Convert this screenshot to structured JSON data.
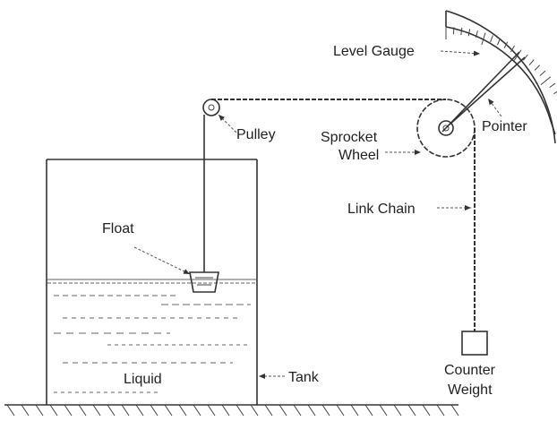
{
  "labels": {
    "level_gauge": "Level Gauge",
    "pulley": "Pulley",
    "sprocket_line1": "Sprocket",
    "sprocket_line2": "Wheel",
    "pointer": "Pointer",
    "link_chain": "Link Chain",
    "float": "Float",
    "liquid": "Liquid",
    "tank": "Tank",
    "counter_line1": "Counter",
    "counter_line2": "Weight"
  }
}
